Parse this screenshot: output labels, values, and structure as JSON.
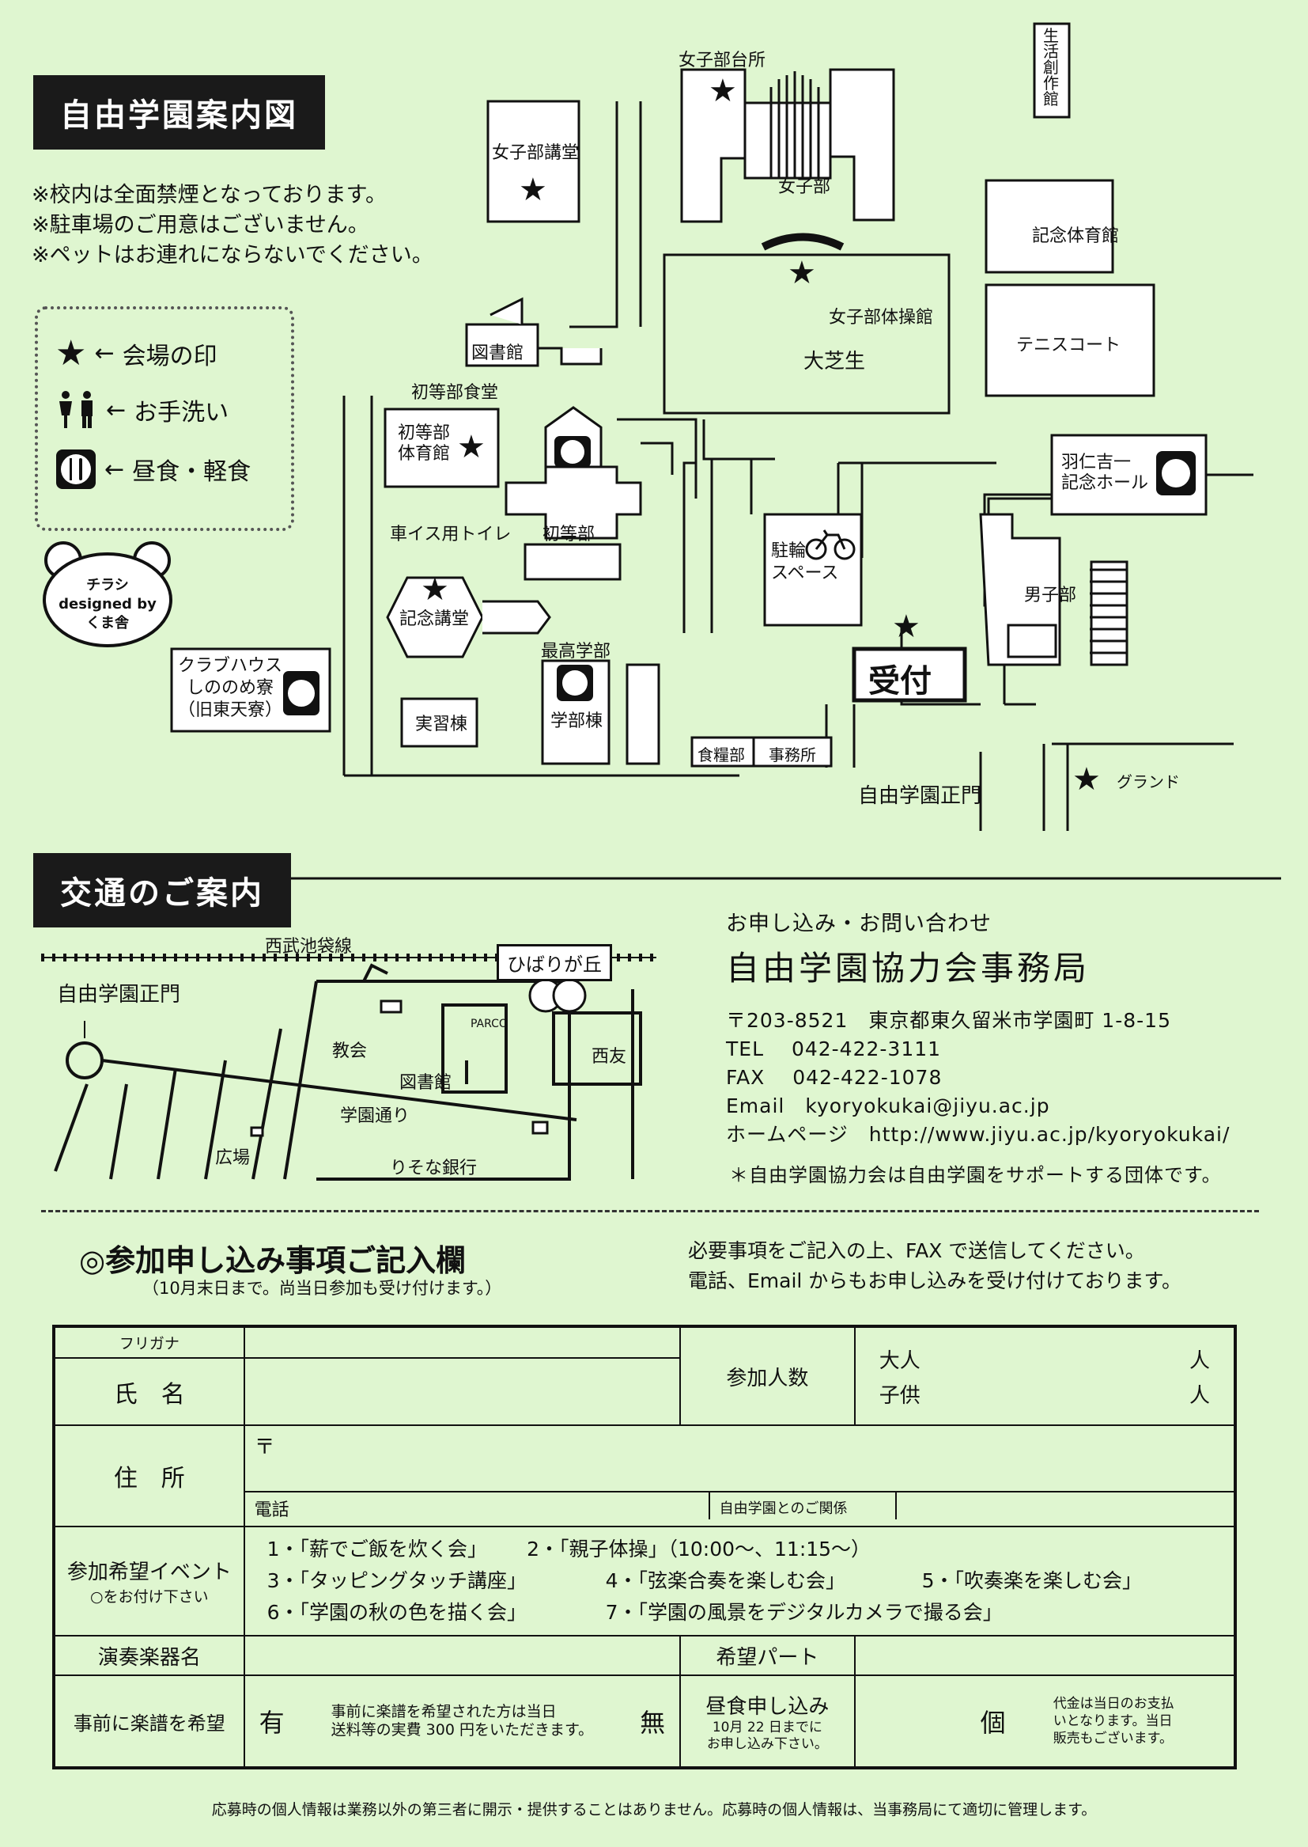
{
  "map_section": {
    "title": "自由学園案内図",
    "notes": [
      "※校内は全面禁煙となっております。",
      "※駐車場のご用意はございません。",
      "※ペットはお連れにならないでください。"
    ],
    "legend": [
      {
        "icon": "star-icon",
        "label": "会場の印"
      },
      {
        "icon": "restroom-icon",
        "label": "お手洗い"
      },
      {
        "icon": "meal-icon",
        "label": "昼食・軽食"
      }
    ],
    "credit": [
      "チラシ",
      "designed by",
      "くま舎"
    ],
    "labels": {
      "seikatsu": "生活創作館",
      "joshi_daidokoro": "女子部台所",
      "joshi_kodo": "女子部講堂",
      "joshi": "女子部",
      "kinen_taiikukan": "記念体育館",
      "joshi_taisojo": "女子部体操館",
      "tennis": "テニスコート",
      "toshokan": "図書館",
      "daishiba": "大芝生",
      "shoto_shokudo": "初等部食堂",
      "shoto_taiikukan": "初等部\n体育館",
      "hani_hall": "羽仁吉一\n記念ホール",
      "kuruma_toilet": "車イス用トイレ",
      "shoto": "初等部",
      "churin": "駐輪\nスペース",
      "danshi": "男子部",
      "kinen_kodo": "記念講堂",
      "club_house": "クラブハウス\nしののめ寮\n（旧東天寮）",
      "saiko": "最高学部",
      "gakubu": "学部棟",
      "jisshu": "実習棟",
      "uketsuke": "受付",
      "shokuryo": "食糧部",
      "jimusho": "事務所",
      "seimon": "自由学園正門",
      "ground": "グランド"
    }
  },
  "access_section": {
    "title": "交通のご案内",
    "labels": {
      "line": "西武池袋線",
      "station": "ひばりが丘",
      "seimon": "自由学園正門",
      "church": "教会",
      "library": "図書館",
      "parco": "PARCO",
      "seiyu": "西友",
      "street": "学園通り",
      "plaza": "広場",
      "bank": "りそな銀行"
    }
  },
  "contact": {
    "heading": "お申し込み・お問い合わせ",
    "office": "自由学園協力会事務局",
    "address": "〒203-8521　東京都東久留米市学園町 1-8-15",
    "tel": "TEL　 042-422-3111",
    "fax": "FAX　 042-422-1078",
    "email": "Email　kyoryokukai@jiyu.ac.jp",
    "homepage": "ホームページ　http://www.jiyu.ac.jp/kyoryokukai/",
    "note": "＊自由学園協力会は自由学園をサポートする団体です。"
  },
  "form": {
    "title": "◎参加申し込み事項ご記入欄",
    "subtitle": "（10月末日まで。尚当日参加も受け付けます。）",
    "instructions": [
      "必要事項をご記入の上、FAX で送信してください。",
      "電話、Email からもお申し込みを受け付けております。"
    ],
    "furigana": "フリガナ",
    "name": "氏　名",
    "participants": "参加人数",
    "adult": "大人",
    "child": "子供",
    "person_unit": "人",
    "address": "住　所",
    "postal": "〒",
    "phone": "電話",
    "relation": "自由学園とのご関係",
    "event_label": "参加希望イベント",
    "event_sub": "○をお付け下さい",
    "events": [
      "1・「薪でご飯を炊く会」",
      "2・「親子体操」（10:00～、11:15～）",
      "3・「タッピングタッチ講座」",
      "4・「弦楽合奏を楽しむ会」",
      "5・「吹奏楽を楽しむ会」",
      "6・「学園の秋の色を描く会」",
      "7・「学園の風景をデジタルカメラで撮る会」"
    ],
    "instrument": "演奏楽器名",
    "part": "希望パート",
    "score_request": "事前に楽譜を希望",
    "yes": "有",
    "no": "無",
    "score_note": "事前に楽譜を希望された方は当日\n送料等の実費 300 円をいただきます。",
    "lunch": "昼食申し込み",
    "lunch_note": "10月 22 日までに\nお申し込み下さい。",
    "count_unit": "個",
    "payment_note": "代金は当日のお支払\nいとなります。当日\n販売もございます。"
  },
  "footer": "応募時の個人情報は業務以外の第三者に開示・提供することはありません。応募時の個人情報は、当事務局にて適切に管理します。"
}
